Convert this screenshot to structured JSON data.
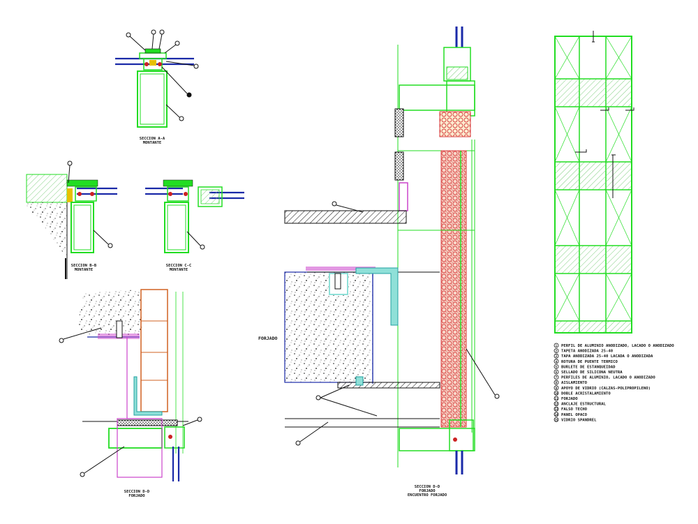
{
  "sections": {
    "aa": {
      "title": "SECCION A-A",
      "subtitle": "MONTANTE"
    },
    "bb": {
      "title": "SECCION B-B",
      "subtitle": "MONTANTE"
    },
    "cc": {
      "title": "SECCION C-C",
      "subtitle": "MONTANTE"
    },
    "dd_left": {
      "title": "SECCION D-D",
      "subtitle": "FORJADO"
    },
    "dd_main": {
      "title": "SECCION D-D",
      "subtitle": "FORJADO",
      "note": "ENCUENTRO FORJADO"
    }
  },
  "forjado_label": "FORJADO",
  "legend": [
    {
      "num": "1",
      "text": "PERFIL DE ALUMINIO ANODIZADO, LACADO O ANODIZADO"
    },
    {
      "num": "2",
      "text": "TAPETA ANODIZADA 25-40"
    },
    {
      "num": "3",
      "text": "TAPA ANODIZADA 25-40 LACADA O ANODIZADA"
    },
    {
      "num": "4",
      "text": "ROTURA DE PUENTE TERMICO"
    },
    {
      "num": "5",
      "text": "BURLETE DE ESTANQUEIDAD"
    },
    {
      "num": "6",
      "text": "SELLADO DE SILICONA NEUTRA"
    },
    {
      "num": "7",
      "text": "PERFILES DE ALUMINIO, LACADO O ANODIZADO"
    },
    {
      "num": "8",
      "text": "AISLAMIENTO"
    },
    {
      "num": "9",
      "text": "APOYO DE VIDRIO (CALZAS-POLIPROPILENO)"
    },
    {
      "num": "10",
      "text": "DOBLE ACRISTALAMIENTO"
    },
    {
      "num": "11",
      "text": "FORJADO"
    },
    {
      "num": "12",
      "text": "ANCLAJE ESTRUCTURAL"
    },
    {
      "num": "13",
      "text": "FALSO TECHO"
    },
    {
      "num": "14",
      "text": "PANEL OPACO"
    },
    {
      "num": "15",
      "text": "VIDRIO SPANDREL"
    }
  ],
  "colors": {
    "profile": "#22dd22",
    "glass": "#1a2aa8",
    "insulation": "#d94040",
    "seal": "#cc2222",
    "trim": "#cc44cc",
    "brick": "#d06020",
    "concrete": "#111111"
  }
}
